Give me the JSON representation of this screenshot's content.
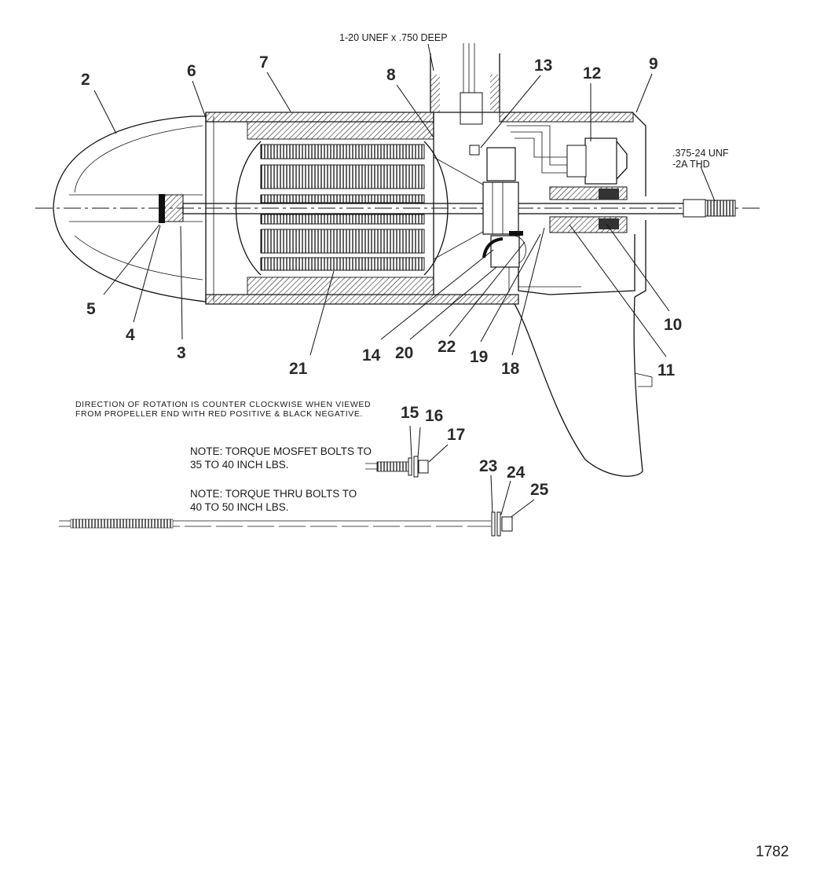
{
  "diagram": {
    "spec_labels": {
      "mount_thread": "1-20 UNEF x .750 DEEP",
      "shaft_thread_line1": ".375-24 UNF",
      "shaft_thread_line2": "-2A THD"
    },
    "callouts": [
      "2",
      "6",
      "7",
      "8",
      "13",
      "12",
      "9",
      "5",
      "4",
      "3",
      "21",
      "14",
      "20",
      "22",
      "19",
      "18",
      "11",
      "10",
      "15",
      "16",
      "17",
      "23",
      "24",
      "25"
    ],
    "rotation_note_line1": "DIRECTION OF ROTATION IS COUNTER CLOCKWISE WHEN VIEWED",
    "rotation_note_line2": "FROM PROPELLER END WITH RED POSITIVE & BLACK NEGATIVE.",
    "mosfet_note_line1": "NOTE: TORQUE MOSFET BOLTS TO",
    "mosfet_note_line2": "35 TO 40 INCH LBS.",
    "thru_note_line1": "NOTE: TORQUE THRU BOLTS TO",
    "thru_note_line2": "40 TO 50 INCH LBS.",
    "figure_number": "1782"
  }
}
